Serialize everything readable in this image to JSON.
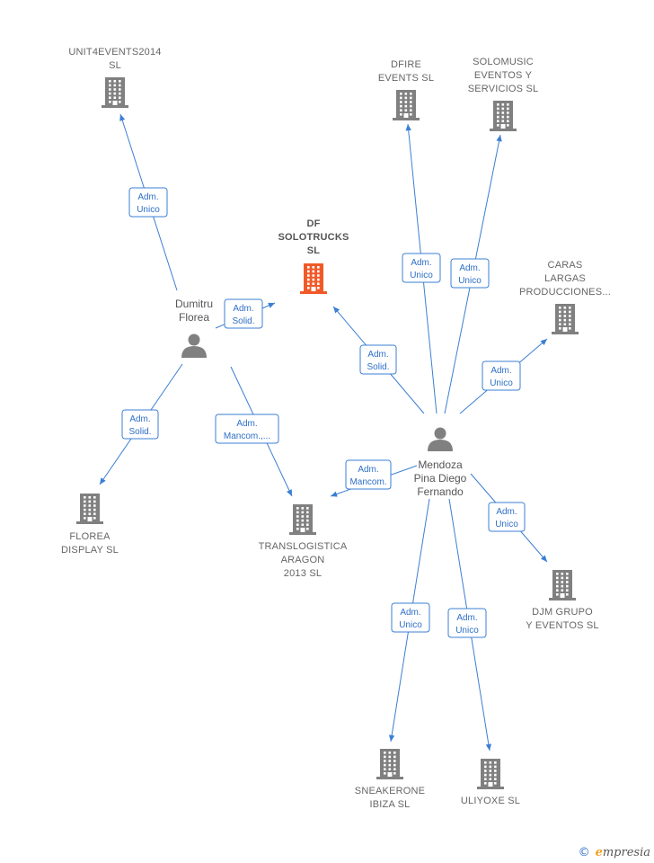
{
  "colors": {
    "edge": "#3b7fd4",
    "company": "#808080",
    "center_company": "#f05a28",
    "person": "#808080"
  },
  "companies": [
    {
      "id": "unit4events",
      "lines": [
        "UNIT4EVENTS2014",
        "SL"
      ],
      "center": false,
      "icon": "building-icon"
    },
    {
      "id": "dfire",
      "lines": [
        "DFIRE",
        "EVENTS  SL"
      ],
      "center": false,
      "icon": "building-icon"
    },
    {
      "id": "solomusic",
      "lines": [
        "SOLOMUSIC",
        "EVENTOS Y",
        "SERVICIOS  SL"
      ],
      "center": false,
      "icon": "building-icon"
    },
    {
      "id": "dfsolotrucks",
      "lines": [
        "DF",
        "SOLOTRUCKS",
        "SL"
      ],
      "center": true,
      "icon": "building-icon"
    },
    {
      "id": "caras",
      "lines": [
        "CARAS",
        "LARGAS",
        "PRODUCCIONES..."
      ],
      "center": false,
      "icon": "building-icon"
    },
    {
      "id": "florea",
      "lines": [
        "FLOREA",
        "DISPLAY  SL"
      ],
      "center": false,
      "icon": "building-icon"
    },
    {
      "id": "translogistica",
      "lines": [
        "TRANSLOGISTICA",
        "ARAGON",
        "2013 SL"
      ],
      "center": false,
      "icon": "building-icon"
    },
    {
      "id": "djm",
      "lines": [
        "DJM GRUPO",
        "Y EVENTOS  SL"
      ],
      "center": false,
      "icon": "building-icon"
    },
    {
      "id": "sneakerone",
      "lines": [
        "SNEAKERONE",
        "IBIZA  SL"
      ],
      "center": false,
      "icon": "building-icon"
    },
    {
      "id": "uliyoxe",
      "lines": [
        "ULIYOXE  SL"
      ],
      "center": false,
      "icon": "building-icon"
    }
  ],
  "persons": [
    {
      "id": "dumitru",
      "lines": [
        "Dumitru",
        "Florea"
      ],
      "icon": "person-icon"
    },
    {
      "id": "mendoza",
      "lines": [
        "Mendoza",
        "Pina Diego",
        "Fernando"
      ],
      "icon": "person-icon"
    }
  ],
  "edges": [
    {
      "from": "dumitru",
      "to": "unit4events",
      "label": [
        "Adm.",
        "Unico"
      ]
    },
    {
      "from": "dumitru",
      "to": "dfsolotrucks",
      "label": [
        "Adm.",
        "Solid."
      ]
    },
    {
      "from": "dumitru",
      "to": "florea",
      "label": [
        "Adm.",
        "Solid."
      ]
    },
    {
      "from": "dumitru",
      "to": "translogistica",
      "label": [
        "Adm.",
        "Mancom.,..."
      ]
    },
    {
      "from": "mendoza",
      "to": "dfire",
      "label": [
        "Adm.",
        "Unico"
      ]
    },
    {
      "from": "mendoza",
      "to": "solomusic",
      "label": [
        "Adm.",
        "Unico"
      ]
    },
    {
      "from": "mendoza",
      "to": "dfsolotrucks",
      "label": [
        "Adm.",
        "Solid."
      ]
    },
    {
      "from": "mendoza",
      "to": "caras",
      "label": [
        "Adm.",
        "Unico"
      ]
    },
    {
      "from": "mendoza",
      "to": "translogistica",
      "label": [
        "Adm.",
        "Mancom."
      ]
    },
    {
      "from": "mendoza",
      "to": "djm",
      "label": [
        "Adm.",
        "Unico"
      ]
    },
    {
      "from": "mendoza",
      "to": "sneakerone",
      "label": [
        "Adm.",
        "Unico"
      ]
    },
    {
      "from": "mendoza",
      "to": "uliyoxe",
      "label": [
        "Adm.",
        "Unico"
      ]
    }
  ],
  "footer": {
    "copyright": "©",
    "brand_initial": "e",
    "brand_rest": "mpresia"
  }
}
